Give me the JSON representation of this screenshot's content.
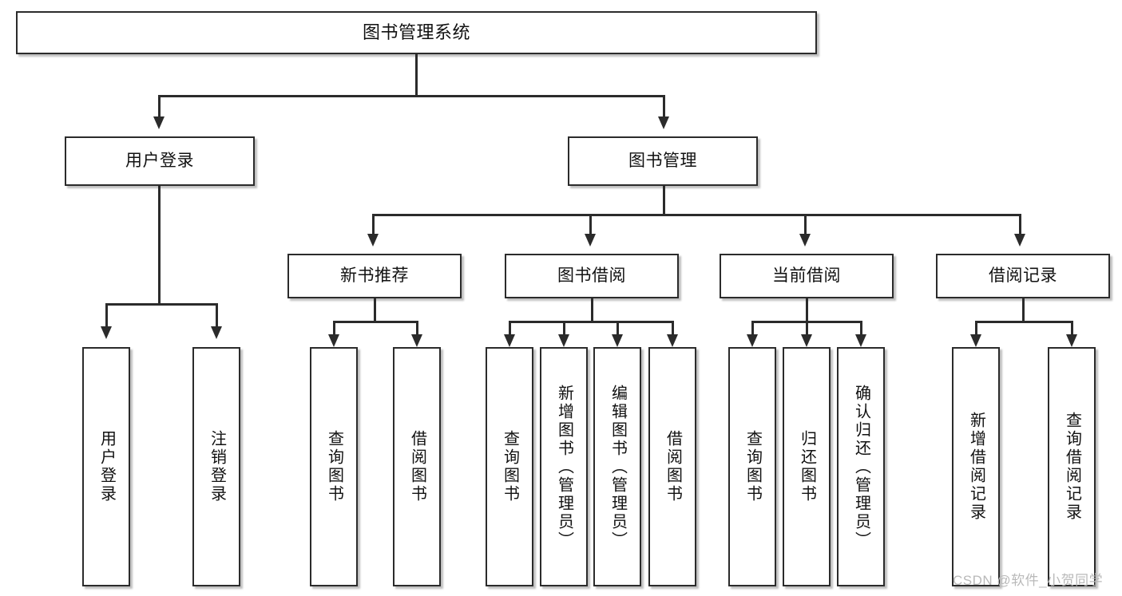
{
  "diagram": {
    "title": "图书管理系统",
    "type": "hierarchy-tree",
    "root": {
      "label": "图书管理系统"
    },
    "level2": [
      {
        "label": "用户登录"
      },
      {
        "label": "图书管理"
      }
    ],
    "level3": [
      {
        "label": "新书推荐"
      },
      {
        "label": "图书借阅"
      },
      {
        "label": "当前借阅"
      },
      {
        "label": "借阅记录"
      }
    ],
    "leaves": {
      "user_login": [
        {
          "label": "用户登录"
        },
        {
          "label": "注销登录"
        }
      ],
      "new_book_recommend": [
        {
          "label": "查询图书"
        },
        {
          "label": "借阅图书"
        }
      ],
      "book_borrow": [
        {
          "label": "查询图书"
        },
        {
          "label": "新增图书（管理员）"
        },
        {
          "label": "编辑图书（管理员）"
        },
        {
          "label": "借阅图书"
        }
      ],
      "current_borrow": [
        {
          "label": "查询图书"
        },
        {
          "label": "归还图书"
        },
        {
          "label": "确认归还（管理员）"
        }
      ],
      "borrow_record": [
        {
          "label": "新增借阅记录"
        },
        {
          "label": "查询借阅记录"
        }
      ]
    }
  },
  "watermark": {
    "text": "CSDN @软件_小贺同学"
  },
  "colors": {
    "box_border": "#2b2b2b",
    "box_fill": "#ffffff",
    "text": "#111111",
    "connector": "#2b2b2b",
    "watermark": "#b9b9b9",
    "background": "#ffffff"
  }
}
